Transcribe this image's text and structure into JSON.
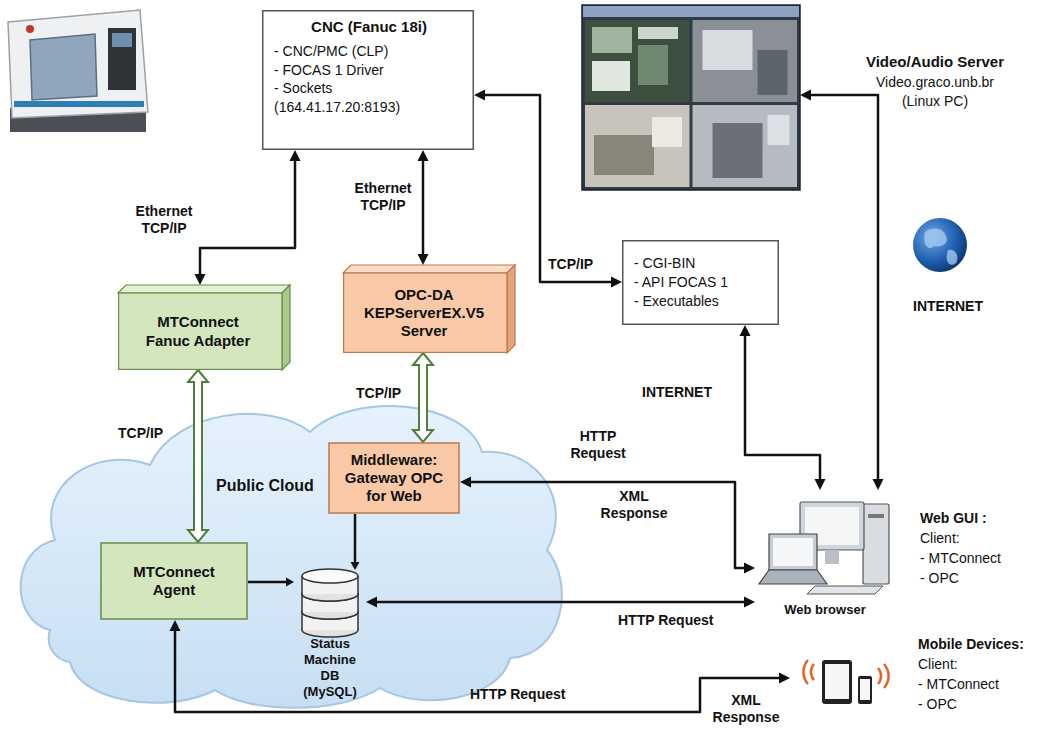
{
  "diagram": {
    "nodes": [
      {
        "text": [
          "CNC (Fanuc 18i)",
          "- CNC/PMC (CLP)",
          "- FOCAS 1 Driver",
          "- Sockets (164.41.17.20:8193)"
        ]
      },
      {
        "text": [
          "Video/Audio Server",
          "Video.graco.unb.br",
          "(Linux PC)"
        ]
      },
      {
        "text": [
          "MTConnect Fanuc Adapter"
        ]
      },
      {
        "text": [
          "OPC-DA KEPServerEX.V5 Server"
        ]
      },
      {
        "text": [
          "- CGI-BIN",
          "- API FOCAS 1",
          "- Executables"
        ]
      },
      {
        "text": [
          "Public Cloud"
        ]
      },
      {
        "text": [
          "Middleware: Gateway OPC for Web"
        ],
        "in": 5
      },
      {
        "text": [
          "MTConnect Agent"
        ],
        "in": 5
      },
      {
        "text": [
          "Status Machine DB (MySQL)"
        ],
        "in": 5
      },
      {
        "text": [
          "Web browser",
          "Web GUI :",
          "Client:",
          "- MTConnect",
          "- OPC"
        ]
      },
      {
        "text": [
          "Mobile Devices:",
          "Client:",
          "- MTConnect",
          "- OPC"
        ]
      }
    ],
    "edges": [
      {
        "from": 0,
        "to": 2,
        "label": "Ethernet TCP/IP",
        "arrow": "both"
      },
      {
        "from": 0,
        "to": 3,
        "label": "Ethernet TCP/IP",
        "arrow": "both"
      },
      {
        "from": 0,
        "to": 4,
        "label": "TCP/IP",
        "arrow": "both"
      },
      {
        "from": 2,
        "to": 7,
        "label": "TCP/IP",
        "arrow": "both"
      },
      {
        "from": 3,
        "to": 6,
        "label": "TCP/IP",
        "arrow": "both"
      },
      {
        "from": 6,
        "to": 8,
        "arrow": "to"
      },
      {
        "from": 7,
        "to": 8,
        "arrow": "to"
      },
      {
        "from": 6,
        "to": 9,
        "label": "HTTP Request",
        "arrow": "both"
      },
      {
        "from": 8,
        "to": 9,
        "label": "HTTP Request",
        "arrow": "both"
      },
      {
        "from": 7,
        "to": 10,
        "label": "HTTP Request",
        "arrow": "both"
      },
      {
        "from": 4,
        "to": 9,
        "label": "INTERNET",
        "arrow": "both"
      },
      {
        "from": 1,
        "to": 9,
        "arrow": "both"
      }
    ],
    "labels": [
      "INTERNET",
      "XML Response",
      "XML Response"
    ]
  }
}
